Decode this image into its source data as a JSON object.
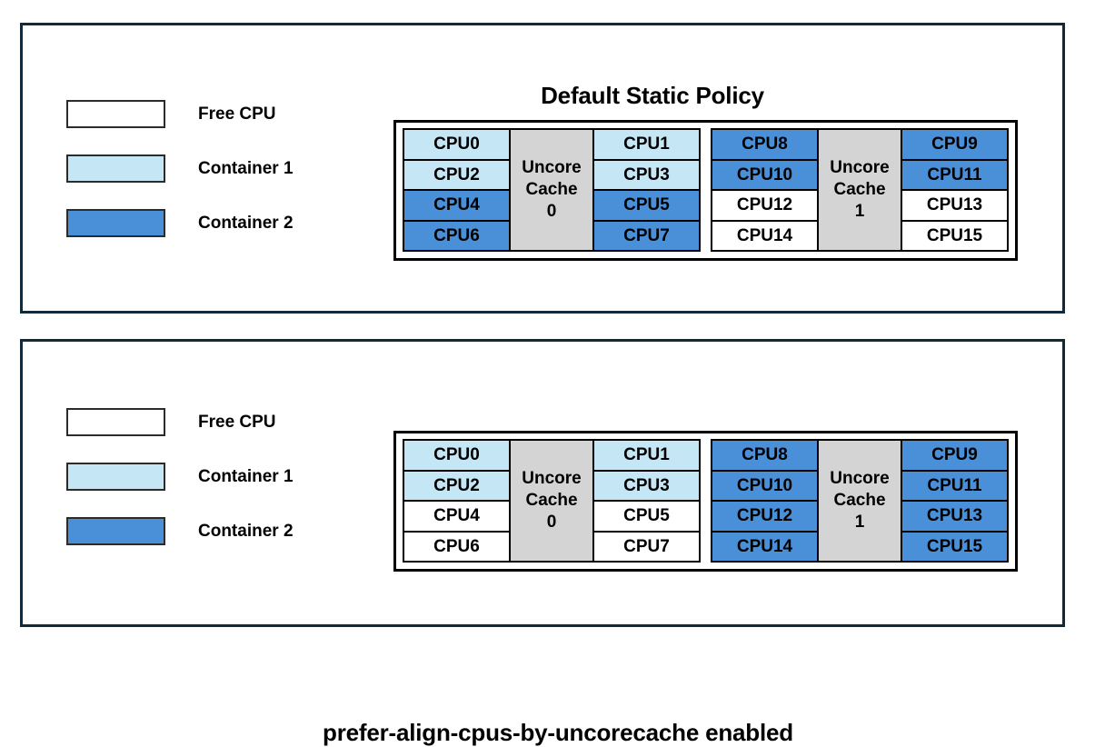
{
  "colors": {
    "free_cpu": "#ffffff",
    "container1": "#c5e6f5",
    "container2": "#4a90d9",
    "uncore_cache": "#d4d4d4",
    "panel_border": "#102a3a",
    "cell_border": "#000000"
  },
  "panels": [
    {
      "id": "top",
      "title": "Default Static Policy",
      "legend": [
        {
          "label": "Free CPU",
          "fill": "#ffffff"
        },
        {
          "label": "Container 1",
          "fill": "#c5e6f5"
        },
        {
          "label": "Container 2",
          "fill": "#4a90d9"
        }
      ],
      "sockets": [
        {
          "uncore_line1": "Uncore",
          "uncore_line2": "Cache",
          "uncore_line3": "0",
          "left_column": [
            {
              "label": "CPU0",
              "fill": "#c5e6f5"
            },
            {
              "label": "CPU2",
              "fill": "#c5e6f5"
            },
            {
              "label": "CPU4",
              "fill": "#4a90d9"
            },
            {
              "label": "CPU6",
              "fill": "#4a90d9"
            }
          ],
          "right_column": [
            {
              "label": "CPU1",
              "fill": "#c5e6f5"
            },
            {
              "label": "CPU3",
              "fill": "#c5e6f5"
            },
            {
              "label": "CPU5",
              "fill": "#4a90d9"
            },
            {
              "label": "CPU7",
              "fill": "#4a90d9"
            }
          ]
        },
        {
          "uncore_line1": "Uncore",
          "uncore_line2": "Cache",
          "uncore_line3": "1",
          "left_column": [
            {
              "label": "CPU8",
              "fill": "#4a90d9"
            },
            {
              "label": "CPU10",
              "fill": "#4a90d9"
            },
            {
              "label": "CPU12",
              "fill": "#ffffff"
            },
            {
              "label": "CPU14",
              "fill": "#ffffff"
            }
          ],
          "right_column": [
            {
              "label": "CPU9",
              "fill": "#4a90d9"
            },
            {
              "label": "CPU11",
              "fill": "#4a90d9"
            },
            {
              "label": "CPU13",
              "fill": "#ffffff"
            },
            {
              "label": "CPU15",
              "fill": "#ffffff"
            }
          ]
        }
      ]
    },
    {
      "id": "bottom",
      "title": "prefer-align-cpus-by-uncorecache enabled",
      "legend": [
        {
          "label": "Free CPU",
          "fill": "#ffffff"
        },
        {
          "label": "Container 1",
          "fill": "#c5e6f5"
        },
        {
          "label": "Container 2",
          "fill": "#4a90d9"
        }
      ],
      "sockets": [
        {
          "uncore_line1": "Uncore",
          "uncore_line2": "Cache",
          "uncore_line3": "0",
          "left_column": [
            {
              "label": "CPU0",
              "fill": "#c5e6f5"
            },
            {
              "label": "CPU2",
              "fill": "#c5e6f5"
            },
            {
              "label": "CPU4",
              "fill": "#ffffff"
            },
            {
              "label": "CPU6",
              "fill": "#ffffff"
            }
          ],
          "right_column": [
            {
              "label": "CPU1",
              "fill": "#c5e6f5"
            },
            {
              "label": "CPU3",
              "fill": "#c5e6f5"
            },
            {
              "label": "CPU5",
              "fill": "#ffffff"
            },
            {
              "label": "CPU7",
              "fill": "#ffffff"
            }
          ]
        },
        {
          "uncore_line1": "Uncore",
          "uncore_line2": "Cache",
          "uncore_line3": "1",
          "left_column": [
            {
              "label": "CPU8",
              "fill": "#4a90d9"
            },
            {
              "label": "CPU10",
              "fill": "#4a90d9"
            },
            {
              "label": "CPU12",
              "fill": "#4a90d9"
            },
            {
              "label": "CPU14",
              "fill": "#4a90d9"
            }
          ],
          "right_column": [
            {
              "label": "CPU9",
              "fill": "#4a90d9"
            },
            {
              "label": "CPU11",
              "fill": "#4a90d9"
            },
            {
              "label": "CPU13",
              "fill": "#4a90d9"
            },
            {
              "label": "CPU15",
              "fill": "#4a90d9"
            }
          ]
        }
      ]
    }
  ]
}
